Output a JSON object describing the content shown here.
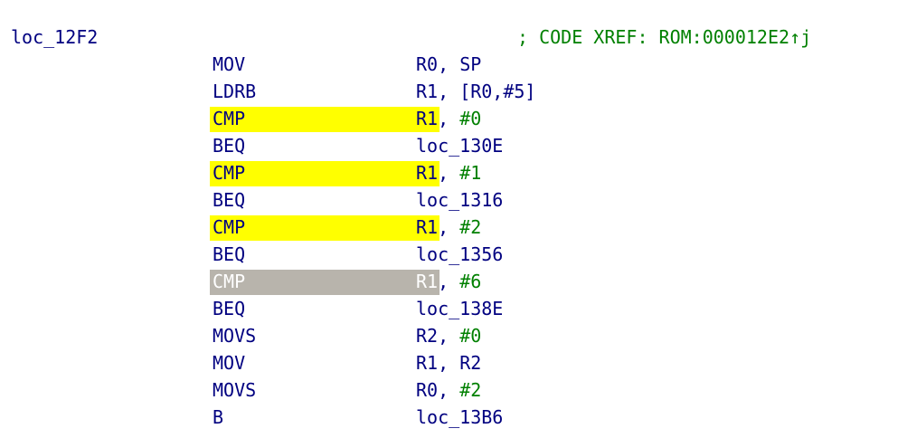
{
  "listing": {
    "label": "loc_12F2",
    "xref_comment": "; CODE XREF: ROM:000012E2↑j",
    "colors": {
      "text": "#000080",
      "immediate": "#008000",
      "comment": "#008000",
      "highlight_yellow": "#ffff00",
      "highlight_gray": "#b8b4ac",
      "background": "#ffffff"
    },
    "instructions": [
      {
        "mnemonic": "MOV",
        "reg": "R0",
        "sep": ", ",
        "rest": "SP",
        "rest_is_imm": false,
        "highlight": "none"
      },
      {
        "mnemonic": "LDRB",
        "reg": "R1",
        "sep": ", ",
        "rest": "[R0,#5]",
        "rest_is_imm": false,
        "highlight": "none"
      },
      {
        "mnemonic": "CMP",
        "reg": "R1",
        "sep": ", ",
        "rest": "#0",
        "rest_is_imm": true,
        "highlight": "yellow"
      },
      {
        "mnemonic": "BEQ",
        "reg": "loc_130E",
        "sep": "",
        "rest": "",
        "rest_is_imm": false,
        "highlight": "none"
      },
      {
        "mnemonic": "CMP",
        "reg": "R1",
        "sep": ", ",
        "rest": "#1",
        "rest_is_imm": true,
        "highlight": "yellow"
      },
      {
        "mnemonic": "BEQ",
        "reg": "loc_1316",
        "sep": "",
        "rest": "",
        "rest_is_imm": false,
        "highlight": "none"
      },
      {
        "mnemonic": "CMP",
        "reg": "R1",
        "sep": ", ",
        "rest": "#2",
        "rest_is_imm": true,
        "highlight": "yellow"
      },
      {
        "mnemonic": "BEQ",
        "reg": "loc_1356",
        "sep": "",
        "rest": "",
        "rest_is_imm": false,
        "highlight": "none"
      },
      {
        "mnemonic": "CMP",
        "reg": "R1",
        "sep": ", ",
        "rest": "#6",
        "rest_is_imm": true,
        "highlight": "gray"
      },
      {
        "mnemonic": "BEQ",
        "reg": "loc_138E",
        "sep": "",
        "rest": "",
        "rest_is_imm": false,
        "highlight": "none"
      },
      {
        "mnemonic": "MOVS",
        "reg": "R2",
        "sep": ", ",
        "rest": "#0",
        "rest_is_imm": true,
        "highlight": "none"
      },
      {
        "mnemonic": "MOV",
        "reg": "R1",
        "sep": ", ",
        "rest": "R2",
        "rest_is_imm": false,
        "highlight": "none"
      },
      {
        "mnemonic": "MOVS",
        "reg": "R0",
        "sep": ", ",
        "rest": "#2",
        "rest_is_imm": true,
        "highlight": "none"
      },
      {
        "mnemonic": "B",
        "reg": "loc_13B6",
        "sep": "",
        "rest": "",
        "rest_is_imm": false,
        "highlight": "none"
      }
    ]
  }
}
